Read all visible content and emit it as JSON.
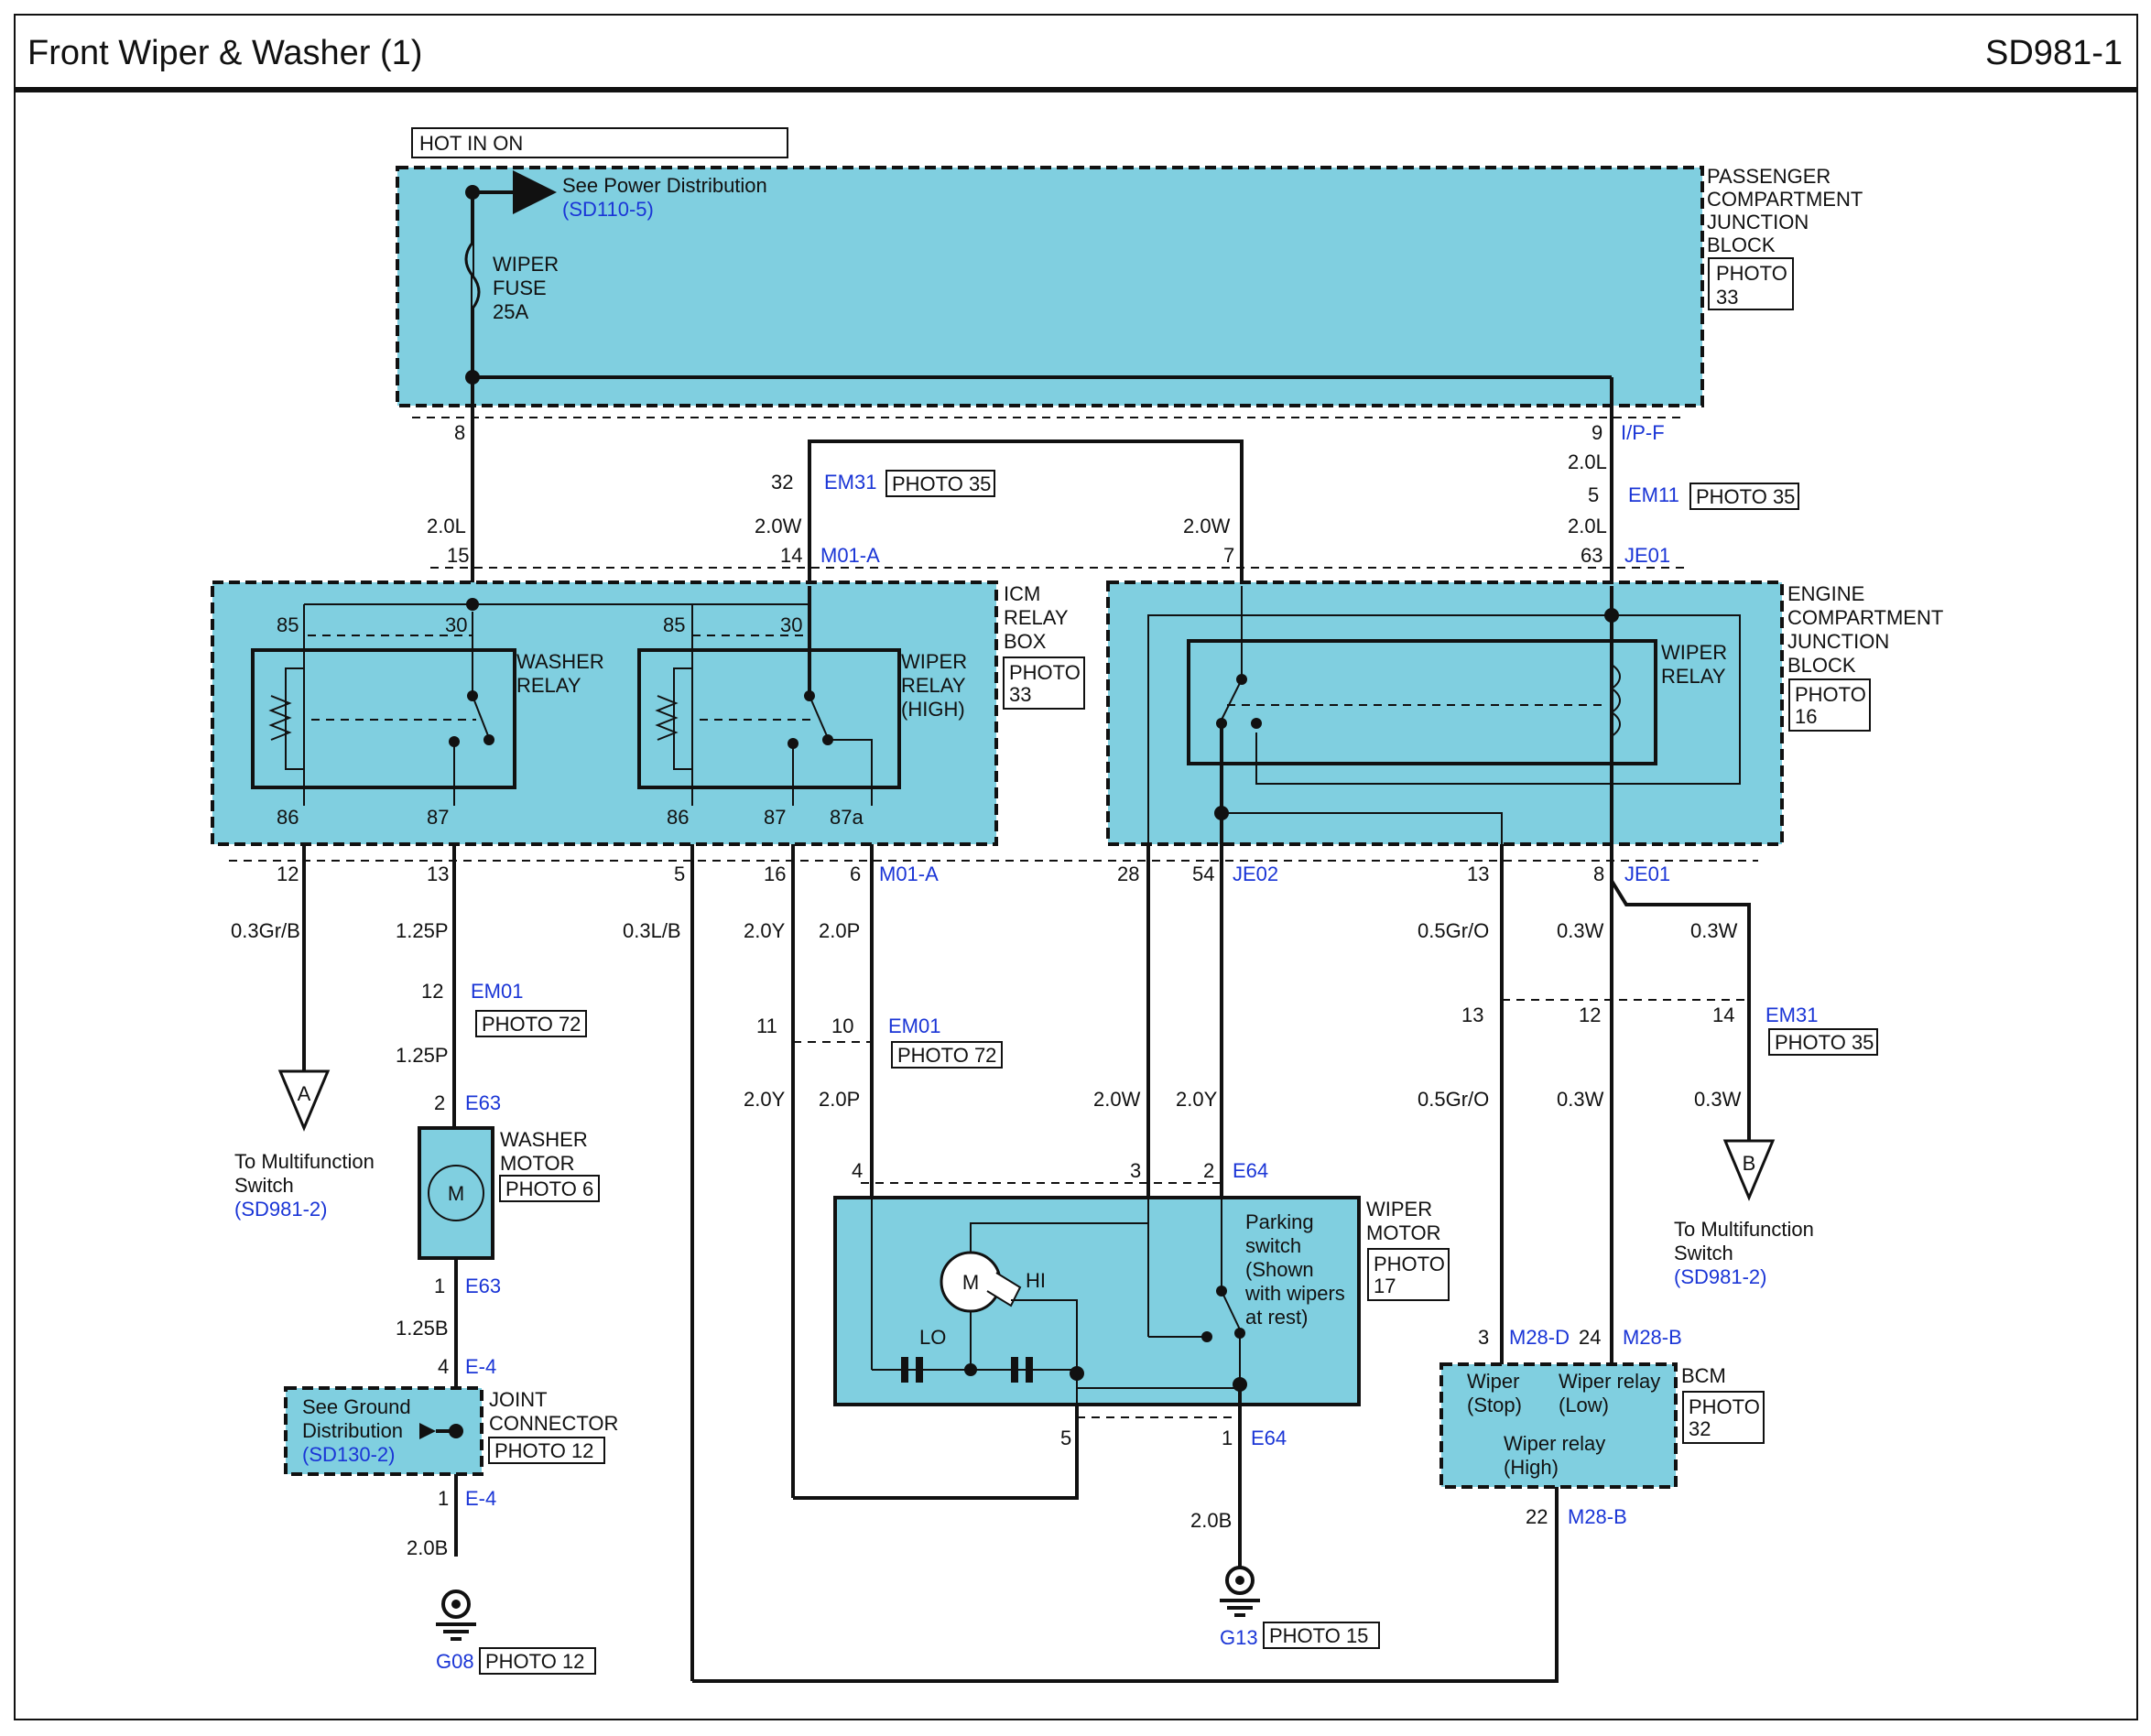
{
  "header": {
    "title": "Front Wiper & Washer (1)",
    "code": "SD981-1"
  },
  "labels": {
    "hot_in_on": "HOT IN ON",
    "see_power": "See Power Distribution",
    "see_power_ref": "(SD110-5)",
    "fuse_1": "WIPER",
    "fuse_2": "FUSE",
    "fuse_3": "25A",
    "pcjb_1": "PASSENGER",
    "pcjb_2": "COMPARTMENT",
    "pcjb_3": "JUNCTION",
    "pcjb_4": "BLOCK",
    "photo_33_a": "PHOTO",
    "photo_33_b": "33",
    "pin_8": "8",
    "pin_9": "9",
    "ipf": "I/P-F",
    "w_20L_a": "2.0L",
    "w_20L_b": "2.0L",
    "w_20L_c": "2.0L",
    "pin_32": "32",
    "em31_a": "EM31",
    "photo35_a": "PHOTO 35",
    "pin_5a": "5",
    "em11": "EM11",
    "photo35_b": "PHOTO 35",
    "w_20W_a": "2.0W",
    "w_20W_b": "2.0W",
    "pin_15": "15",
    "pin_14": "14",
    "m01a_a": "M01-A",
    "pin_7": "7",
    "pin_63": "63",
    "je01_a": "JE01",
    "icm_1": "ICM",
    "icm_2": "RELAY",
    "icm_3": "BOX",
    "icm_photo_a": "PHOTO",
    "icm_photo_b": "33",
    "washer_relay_1": "WASHER",
    "washer_relay_2": "RELAY",
    "wiper_relay_hi_1": "WIPER",
    "wiper_relay_hi_2": "RELAY",
    "wiper_relay_hi_3": "(HIGH)",
    "r85_a": "85",
    "r30_a": "30",
    "r85_b": "85",
    "r30_b": "30",
    "r86_a": "86",
    "r87_a": "87",
    "r86_b": "86",
    "r87_b": "87",
    "r87a": "87a",
    "ecjb_1": "ENGINE",
    "ecjb_2": "COMPARTMENT",
    "ecjb_3": "JUNCTION",
    "ecjb_4": "BLOCK",
    "ecjb_photo_a": "PHOTO",
    "ecjb_photo_b": "16",
    "wiper_relay_1": "WIPER",
    "wiper_relay_2": "RELAY",
    "pin_12a": "12",
    "pin_13a": "13",
    "pin_5b": "5",
    "pin_16": "16",
    "pin_6": "6",
    "m01a_b": "M01-A",
    "pin_28": "28",
    "pin_54": "54",
    "je02": "JE02",
    "pin_13b": "13",
    "pin_8b": "8",
    "je01_b": "JE01",
    "w_03GrB": "0.3Gr/B",
    "w_125P_a": "1.25P",
    "w_03LB": "0.3L/B",
    "w_20Y_a": "2.0Y",
    "w_20P_a": "2.0P",
    "w_05GrO_a": "0.5Gr/O",
    "w_03W_a": "0.3W",
    "w_03W_b": "0.3W",
    "pin_12b": "12",
    "em01_a": "EM01",
    "photo72_a": "PHOTO 72",
    "pin_11": "11",
    "pin_10": "10",
    "em01_b": "EM01",
    "photo72_b": "PHOTO 72",
    "pin_13c": "13",
    "pin_12c": "12",
    "em31_b": "EM31",
    "photo35_c": "PHOTO 35",
    "w_125P_b": "1.25P",
    "w_20Y_b": "2.0Y",
    "w_20P_b": "2.0P",
    "w_20W_c": "2.0W",
    "w_20Y_c": "2.0Y",
    "w_05GrO_b": "0.5Gr/O",
    "w_03W_c": "0.3W",
    "w_03W_d": "0.3W",
    "conn_A": "A",
    "to_mfs_a_1": "To Multifunction",
    "to_mfs_a_2": "Switch",
    "to_mfs_a_ref": "(SD981-2)",
    "conn_B": "B",
    "to_mfs_b_1": "To Multifunction",
    "to_mfs_b_2": "Switch",
    "to_mfs_b_ref": "(SD981-2)",
    "pin_2a": "2",
    "e63_a": "E63",
    "washer_motor_1": "WASHER",
    "washer_motor_2": "MOTOR",
    "photo6": "PHOTO 6",
    "motor_m": "M",
    "pin_1a": "1",
    "e63_b": "E63",
    "w_125B": "1.25B",
    "pin_4a": "4",
    "e4_a": "E-4",
    "see_ground_1": "See Ground",
    "see_ground_2": "Distribution",
    "see_ground_ref": "(SD130-2)",
    "joint_1": "JOINT",
    "joint_2": "CONNECTOR",
    "photo12_a": "PHOTO 12",
    "pin_1b": "1",
    "e4_b": "E-4",
    "w_20B_a": "2.0B",
    "g08": "G08",
    "photo12_b": "PHOTO 12",
    "pin_4b": "4",
    "pin_3": "3",
    "pin_2b": "2",
    "e64_a": "E64",
    "wm_1": "WIPER",
    "wm_2": "MOTOR",
    "wm_photo_a": "PHOTO",
    "wm_photo_b": "17",
    "park_1": "Parking",
    "park_2": "switch",
    "park_3": "(Shown",
    "park_4": "with wipers",
    "park_5": "at rest)",
    "wm_m": "M",
    "wm_hi": "HI",
    "wm_lo": "LO",
    "pin_5c": "5",
    "pin_1c": "1",
    "e64_b": "E64",
    "w_20B_b": "2.0B",
    "g13": "G13",
    "photo15": "PHOTO 15",
    "pin_3b": "3",
    "m28d": "M28-D",
    "pin_24": "24",
    "m28b_a": "M28-B",
    "bcm": "BCM",
    "bcm_photo_a": "PHOTO",
    "bcm_photo_b": "32",
    "bcm_stop_1": "Wiper",
    "bcm_stop_2": "(Stop)",
    "bcm_low_1": "Wiper relay",
    "bcm_low_2": "(Low)",
    "bcm_high_1": "Wiper relay",
    "bcm_high_2": "(High)",
    "pin_22": "22",
    "m28b_b": "M28-B"
  }
}
